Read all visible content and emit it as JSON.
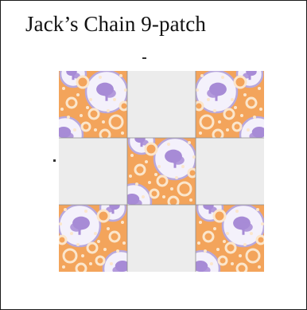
{
  "card": {
    "title": "Jack’s Chain 9-patch"
  },
  "quilt_block": {
    "grid": [
      [
        "print",
        "solid",
        "print"
      ],
      [
        "solid",
        "print",
        "solid"
      ],
      [
        "print",
        "solid",
        "print"
      ]
    ],
    "colors": {
      "print_background": "#f3a45b",
      "print_dots": "#fbe6cc",
      "print_circle_fill": "#f4f1fb",
      "print_circle_ring": "#b8a8dc",
      "print_motif": "#a78bd6",
      "solid_square": "#ececec",
      "seam_line": "#8e8e8e"
    }
  }
}
